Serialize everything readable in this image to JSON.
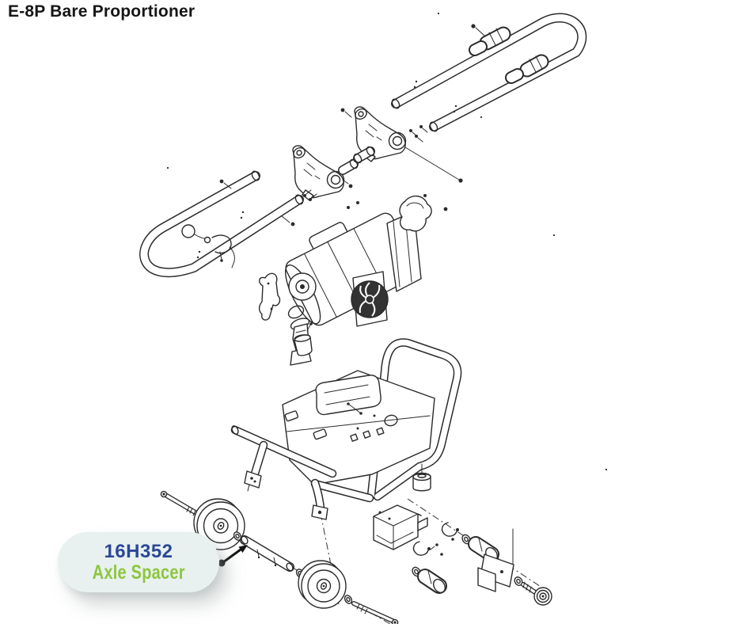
{
  "page": {
    "title": "E-8P Bare Proportioner"
  },
  "callout": {
    "part_number": "16H352",
    "part_name": "Axle Spacer",
    "colors": {
      "bubble": "#e8f1ef",
      "part_number": "#2b4896",
      "part_name": "#8dc63f",
      "arrow": "#141414"
    }
  },
  "diagram": {
    "line_color": "#2b2b2b",
    "background": "#ffffff"
  }
}
